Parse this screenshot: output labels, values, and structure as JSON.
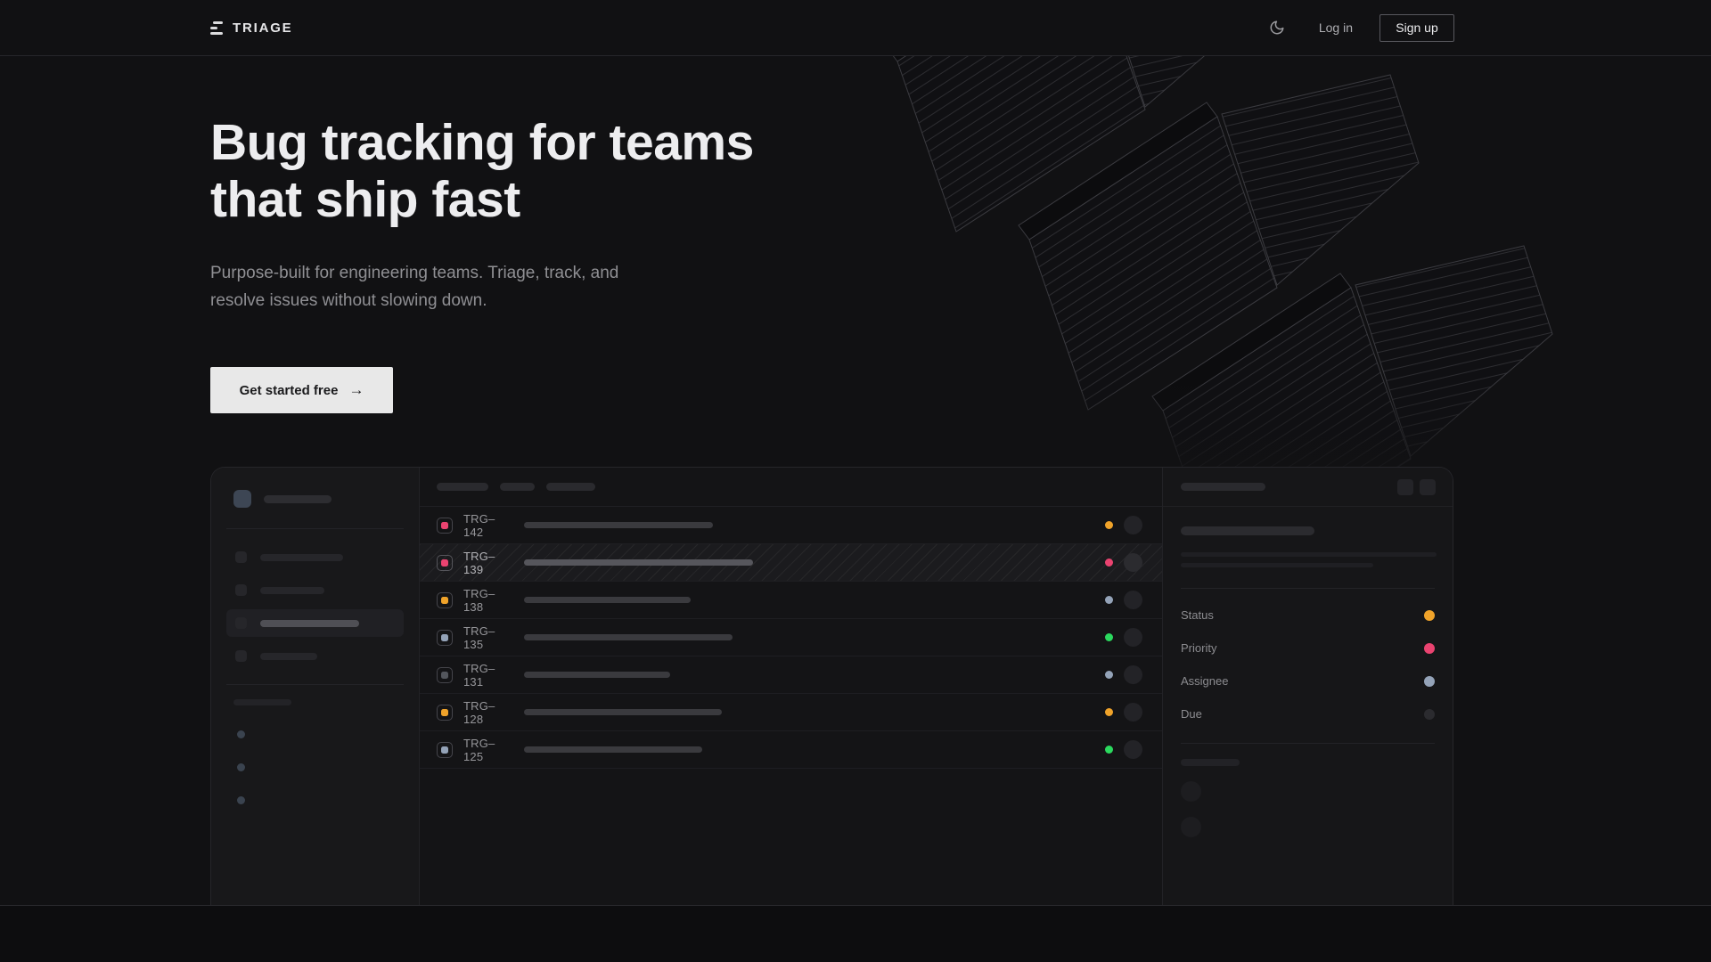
{
  "palette": {
    "amber": "#f0a32a",
    "pink": "#ea4370",
    "slate": "#94a3b8",
    "green": "#2bd95e",
    "gray": "#53565c",
    "dim": "#2b2b2f"
  },
  "header": {
    "brand": "TRIAGE",
    "login": "Log in",
    "signup": "Sign up"
  },
  "hero": {
    "title_line1": "Bug tracking for teams",
    "title_line2": "that ship fast",
    "subtitle": "Purpose-built for engineering teams. Triage, track, and resolve issues without slowing down.",
    "cta": "Get started free",
    "cta_arrow": "→"
  },
  "board": {
    "issues": [
      {
        "id": "TRG–142",
        "icon_color": "pink",
        "title_bar_width": 212,
        "status_color": "amber",
        "selected": false
      },
      {
        "id": "TRG–139",
        "icon_color": "pink",
        "title_bar_width": 257,
        "status_color": "pink",
        "selected": true
      },
      {
        "id": "TRG–138",
        "icon_color": "amber",
        "title_bar_width": 187,
        "status_color": "slate",
        "selected": false
      },
      {
        "id": "TRG–135",
        "icon_color": "slate",
        "title_bar_width": 234,
        "status_color": "green",
        "selected": false
      },
      {
        "id": "TRG–131",
        "icon_color": "gray",
        "title_bar_width": 164,
        "status_color": "slate",
        "selected": false
      },
      {
        "id": "TRG–128",
        "icon_color": "amber",
        "title_bar_width": 222,
        "status_color": "amber",
        "selected": false
      },
      {
        "id": "TRG–125",
        "icon_color": "slate",
        "title_bar_width": 200,
        "status_color": "green",
        "selected": false
      }
    ],
    "detail_fields": [
      {
        "label": "Status",
        "dot_color": "amber"
      },
      {
        "label": "Priority",
        "dot_color": "pink"
      },
      {
        "label": "Assignee",
        "dot_color": "slate"
      },
      {
        "label": "Due",
        "dot_color": "dim"
      }
    ]
  }
}
